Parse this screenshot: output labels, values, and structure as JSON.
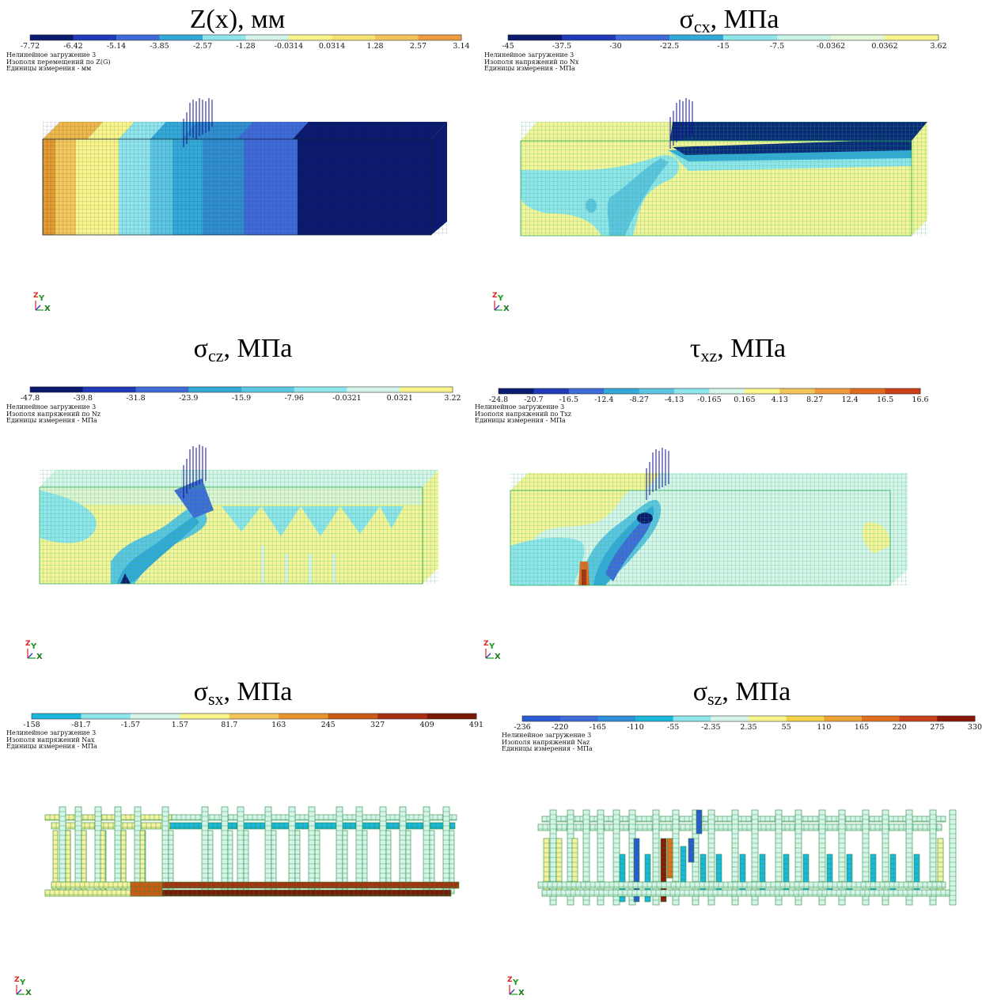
{
  "panels": [
    {
      "title_main": "Z(x), мм",
      "title_base": "",
      "title_sub": "",
      "title_unit": "",
      "legend": {
        "ticks": [
          "-7.72",
          "-6.42",
          "-5.14",
          "-3.85",
          "-2.57",
          "-1.28",
          "-0.0314",
          "0.0314",
          "1.28",
          "2.57",
          "3.14"
        ],
        "colors": [
          "#0a1a6e",
          "#203ab8",
          "#3f6bd8",
          "#33a9d8",
          "#8fe5ec",
          "#d5f5ea",
          "#f8f58a",
          "#f7e372",
          "#f3c45a",
          "#ee9a3e"
        ]
      },
      "info": [
        "Нелинейное загружение 3",
        "Изополя перемещений по Z(G)",
        "Единицы измерения - мм"
      ]
    },
    {
      "title_main": "",
      "title_base": "σ",
      "title_sub": "cx",
      "title_unit": ", МПа",
      "legend": {
        "ticks": [
          "-45",
          "-37.5",
          "-30",
          "-22.5",
          "-15",
          "-7.5",
          "-0.0362",
          "0.0362",
          "3.62"
        ],
        "colors": [
          "#0a1a6e",
          "#203ab8",
          "#3f6bd8",
          "#33a9d8",
          "#8fe5ec",
          "#c8f3e8",
          "#e3f9d8",
          "#f8f58a"
        ]
      },
      "info": [
        "Нелинейное загружение 3",
        "Изополя напряжений по Nx",
        "Единицы измерения - МПа"
      ]
    },
    {
      "title_main": "",
      "title_base": "σ",
      "title_sub": "cz",
      "title_unit": ", МПа",
      "legend": {
        "ticks": [
          "-47.8",
          "-39.8",
          "-31.8",
          "-23.9",
          "-15.9",
          "-7.96",
          "-0.0321",
          "0.0321",
          "3.22"
        ],
        "colors": [
          "#0a1a6e",
          "#203ab8",
          "#3f6bd8",
          "#33a9d8",
          "#5cc6e2",
          "#8fe5ec",
          "#d5f5ea",
          "#f8f58a"
        ]
      },
      "info": [
        "Нелинейное загружение 3",
        "Изополя напряжений по Nz",
        "Единицы измерения - МПа"
      ]
    },
    {
      "title_main": "",
      "title_base": "τ",
      "title_sub": "xz",
      "title_unit": ", МПа",
      "legend": {
        "ticks": [
          "-24.8",
          "-20.7",
          "-16.5",
          "-12.4",
          "-8.27",
          "-4.13",
          "-0.165",
          "0.165",
          "4.13",
          "8.27",
          "12.4",
          "16.5",
          "16.6"
        ],
        "colors": [
          "#0a1a6e",
          "#203ab8",
          "#3f6bd8",
          "#33a9d8",
          "#5cc6e2",
          "#8fe5ec",
          "#d5f5ea",
          "#f8f58a",
          "#f3c45a",
          "#ee9a3e",
          "#e06a20",
          "#c8401a"
        ]
      },
      "info": [
        "Нелинейное загружение 3",
        "Изополя напряжений по Txz",
        "Единицы измерения - МПа"
      ]
    },
    {
      "title_main": "",
      "title_base": "σ",
      "title_sub": "sx",
      "title_unit": ", МПа",
      "legend": {
        "ticks": [
          "-158",
          "-81.7",
          "-1.57",
          "1.57",
          "81.7",
          "163",
          "245",
          "327",
          "409",
          "491"
        ],
        "colors": [
          "#1cb8dc",
          "#8fe5ec",
          "#d5f5ea",
          "#f8f58a",
          "#f3c45a",
          "#e6942e",
          "#cc5a14",
          "#a83010",
          "#7a1808"
        ]
      },
      "info": [
        "Нелинейное загружение 3",
        "Изополя напряжений Nax",
        "Единицы измерения - МПа"
      ]
    },
    {
      "title_main": "",
      "title_base": "σ",
      "title_sub": "sz",
      "title_unit": ", МПа",
      "legend": {
        "ticks": [
          "-236",
          "-220",
          "-165",
          "-110",
          "-55",
          "-2.35",
          "2.35",
          "55",
          "110",
          "165",
          "220",
          "275",
          "330"
        ],
        "colors": [
          "#2c5ad0",
          "#3f6bd8",
          "#2f8fd8",
          "#1cb8dc",
          "#8fe5ec",
          "#d5f5ea",
          "#f8f58a",
          "#f3d24a",
          "#eda238",
          "#e07020",
          "#c8401a",
          "#8a1808"
        ]
      },
      "info": [
        "Нелинейное загружение 3",
        "Изополя напряжений Naz",
        "Единицы измерения - МПа"
      ]
    }
  ],
  "axes_labels": {
    "z": "Z",
    "y": "Y",
    "x": "X"
  }
}
